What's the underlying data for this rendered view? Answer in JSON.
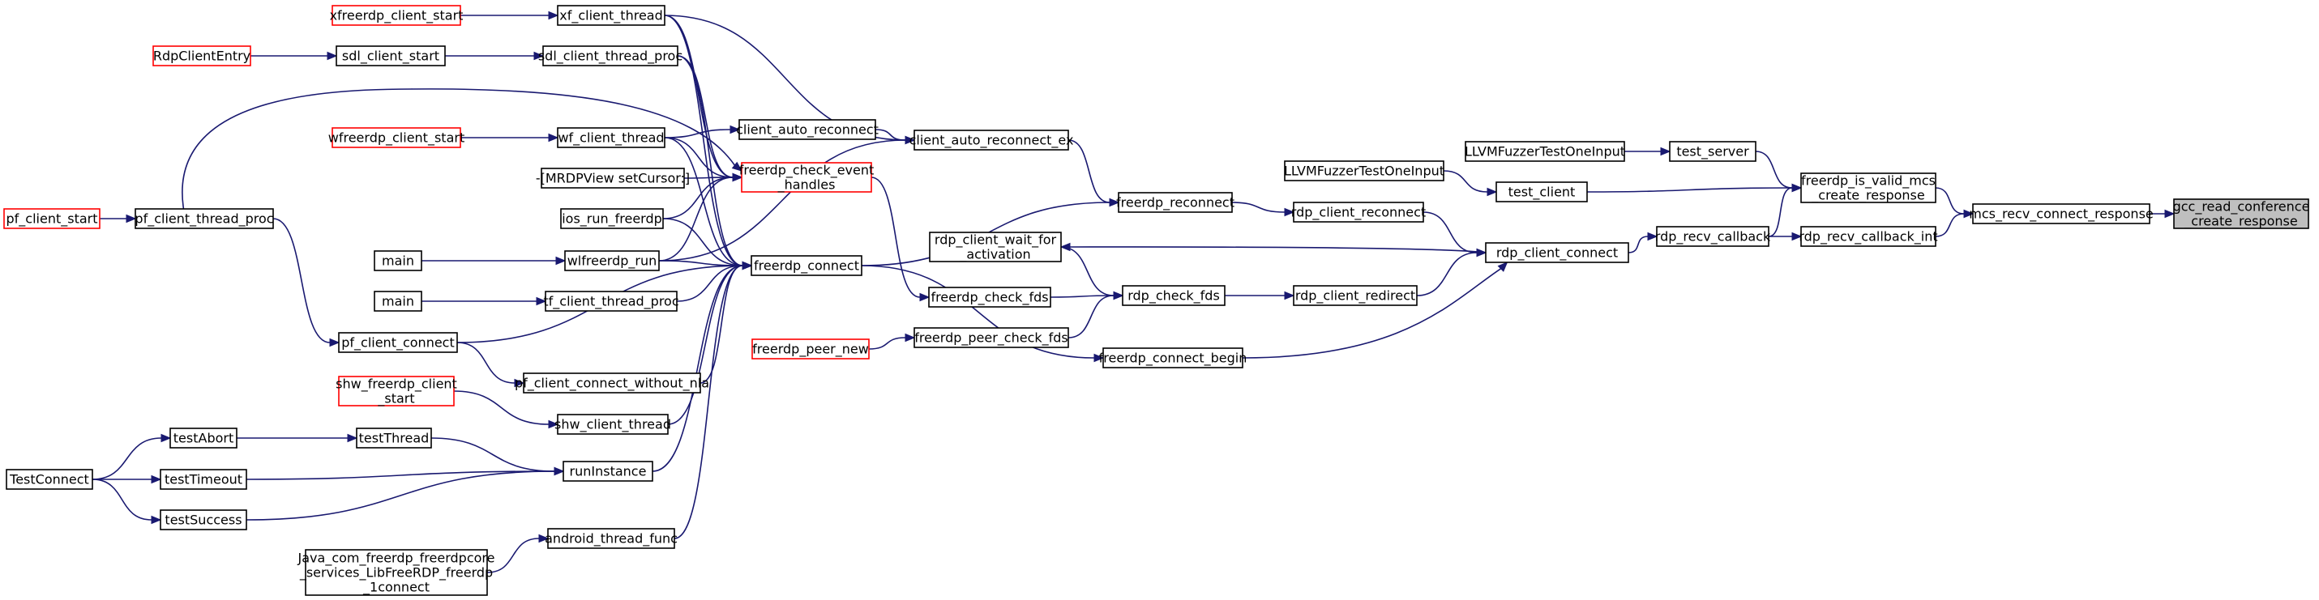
{
  "colors": {
    "edge": "#191970",
    "node_border": "#000000",
    "node_border_truncated": "#ff0000",
    "root_fill": "#bfbfbf",
    "background": "#ffffff"
  },
  "nodes": {
    "gcc_read": {
      "lines": [
        "gcc_read_conference",
        "_create_response"
      ]
    },
    "mcs_recv": {
      "lines": [
        "mcs_recv_connect_response"
      ]
    },
    "freerdp_is_valid": {
      "lines": [
        "freerdp_is_valid_mcs",
        "_create_response"
      ]
    },
    "rdp_recv_callback_int": {
      "lines": [
        "rdp_recv_callback_int"
      ]
    },
    "test_server": {
      "lines": [
        "test_server"
      ]
    },
    "llvm2": {
      "lines": [
        "LLVMFuzzerTestOneInput"
      ]
    },
    "test_client": {
      "lines": [
        "test_client"
      ]
    },
    "llvm1": {
      "lines": [
        "LLVMFuzzerTestOneInput"
      ]
    },
    "rdp_recv_callback": {
      "lines": [
        "rdp_recv_callback"
      ]
    },
    "rdp_client_connect": {
      "lines": [
        "rdp_client_connect"
      ]
    },
    "rdp_client_reconnect": {
      "lines": [
        "rdp_client_reconnect"
      ]
    },
    "rdp_client_redirect": {
      "lines": [
        "rdp_client_redirect"
      ]
    },
    "freerdp_connect_begin": {
      "lines": [
        "freerdp_connect_begin"
      ]
    },
    "freerdp_reconnect": {
      "lines": [
        "freerdp_reconnect"
      ]
    },
    "rdp_check_fds": {
      "lines": [
        "rdp_check_fds"
      ]
    },
    "rdp_client_wait": {
      "lines": [
        "rdp_client_wait_for",
        "_activation"
      ]
    },
    "client_auto_reconnect_ex": {
      "lines": [
        "client_auto_reconnect_ex"
      ]
    },
    "freerdp_check_fds": {
      "lines": [
        "freerdp_check_fds"
      ]
    },
    "freerdp_peer_check_fds": {
      "lines": [
        "freerdp_peer_check_fds"
      ]
    },
    "freerdp_peer_new": {
      "lines": [
        "freerdp_peer_new"
      ]
    },
    "client_auto_reconnect": {
      "lines": [
        "client_auto_reconnect"
      ]
    },
    "freerdp_check_event_handles": {
      "lines": [
        "freerdp_check_event",
        "_handles"
      ]
    },
    "freerdp_connect": {
      "lines": [
        "freerdp_connect"
      ]
    },
    "xf_client_thread": {
      "lines": [
        "xf_client_thread"
      ]
    },
    "xfreerdp_client_start": {
      "lines": [
        "xfreerdp_client_start"
      ]
    },
    "sdl_client_thread_proc": {
      "lines": [
        "sdl_client_thread_proc"
      ]
    },
    "sdl_client_start": {
      "lines": [
        "sdl_client_start"
      ]
    },
    "RdpClientEntry": {
      "lines": [
        "RdpClientEntry"
      ]
    },
    "wf_client_thread": {
      "lines": [
        "wf_client_thread"
      ]
    },
    "wfreerdp_client_start": {
      "lines": [
        "wfreerdp_client_start"
      ]
    },
    "mrdpview": {
      "lines": [
        "-[MRDPView setCursor:]"
      ]
    },
    "ios_run_freerdp": {
      "lines": [
        "ios_run_freerdp"
      ]
    },
    "wlfreerdp_run": {
      "lines": [
        "wlfreerdp_run"
      ]
    },
    "main1": {
      "lines": [
        "main"
      ]
    },
    "tf_client_thread_proc": {
      "lines": [
        "tf_client_thread_proc"
      ]
    },
    "main2": {
      "lines": [
        "main"
      ]
    },
    "pf_client_connect": {
      "lines": [
        "pf_client_connect"
      ]
    },
    "pf_client_thread_proc": {
      "lines": [
        "pf_client_thread_proc"
      ]
    },
    "pf_client_start": {
      "lines": [
        "pf_client_start"
      ]
    },
    "pf_client_connect_without_nla": {
      "lines": [
        "pf_client_connect_without_nla"
      ]
    },
    "shw_client_thread": {
      "lines": [
        "shw_client_thread"
      ]
    },
    "shw_freerdp_client_start": {
      "lines": [
        "shw_freerdp_client",
        "_start"
      ]
    },
    "runInstance": {
      "lines": [
        "runInstance"
      ]
    },
    "testThread": {
      "lines": [
        "testThread"
      ]
    },
    "testAbort": {
      "lines": [
        "testAbort"
      ]
    },
    "testTimeout": {
      "lines": [
        "testTimeout"
      ]
    },
    "testSuccess": {
      "lines": [
        "testSuccess"
      ]
    },
    "TestConnect": {
      "lines": [
        "TestConnect"
      ]
    },
    "android_thread_func": {
      "lines": [
        "android_thread_func"
      ]
    },
    "java_com": {
      "lines": [
        "Java_com_freerdp_freerdpcore",
        "_services_LibFreeRDP_freerdp",
        "_1connect"
      ]
    }
  }
}
